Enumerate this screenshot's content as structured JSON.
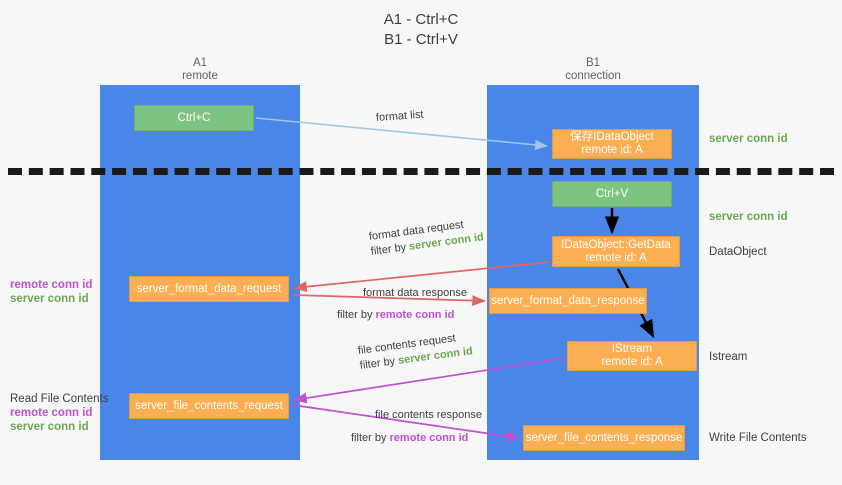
{
  "title": {
    "line1": "A1 - Ctrl+C",
    "line2": "B1 - Ctrl+V"
  },
  "lanes": [
    {
      "name": "A1",
      "subtitle": "remote",
      "color": "#4a86e8"
    },
    {
      "name": "B1",
      "subtitle": "connection",
      "color": "#4a86e8"
    }
  ],
  "colors": {
    "lane": "#4a86e8",
    "green_box": "#7cc47f",
    "orange_box": "#fbae52",
    "server_conn_id": "#6aa84f",
    "remote_conn_id": "#c14fd1",
    "arrow_blue": "#9fc5e8",
    "arrow_red": "#e06666",
    "arrow_magenta": "#c14fd1",
    "arrow_black": "#000000",
    "divider": "#1a1a1a",
    "background": "#f7f7f7"
  },
  "boxes": {
    "ctrl_c": {
      "line1": "Ctrl+C",
      "line2": ""
    },
    "idataobject": {
      "line1": "保存IDataObject",
      "line2": "remote id: A"
    },
    "ctrl_v": {
      "line1": "Ctrl+V",
      "line2": ""
    },
    "getdata": {
      "line1": "IDataObject::GetData",
      "line2": "remote id: A"
    },
    "server_format_data_request": {
      "line1": "server_format_data_request",
      "line2": ""
    },
    "server_format_data_response": {
      "line1": "server_format_data_response",
      "line2": ""
    },
    "istream": {
      "line1": "IStream",
      "line2": "remote id: A"
    },
    "server_file_contents_request": {
      "line1": "server_file_contents_request",
      "line2": ""
    },
    "server_file_contents_response": {
      "line1": "server_file_contents_response",
      "line2": ""
    }
  },
  "side_labels": {
    "server_conn_id_top": "server conn id",
    "server_conn_id_mid": "server conn id",
    "dataobject": "DataObject",
    "istream": "Istream",
    "write_file_contents": "Write File Contents"
  },
  "left_labels": {
    "group1": {
      "remote": "remote conn id",
      "server": "server conn id"
    },
    "group2": {
      "heading": "Read File Contents",
      "remote": "remote conn id",
      "server": "server conn id"
    }
  },
  "annotations": {
    "format_list": "format list",
    "format_data_request": {
      "line1": "format data request",
      "filter_prefix": "filter by ",
      "filter_value": "server conn id"
    },
    "format_data_response": {
      "line1": "format data response",
      "filter_prefix": "filter by ",
      "filter_value": "remote conn id"
    },
    "file_contents_request": {
      "line1": "file contents request",
      "filter_prefix": "filter by ",
      "filter_value": "server conn id"
    },
    "file_contents_response": {
      "line1": "file contents response",
      "filter_prefix": "filter by ",
      "filter_value": "remote conn id"
    }
  }
}
